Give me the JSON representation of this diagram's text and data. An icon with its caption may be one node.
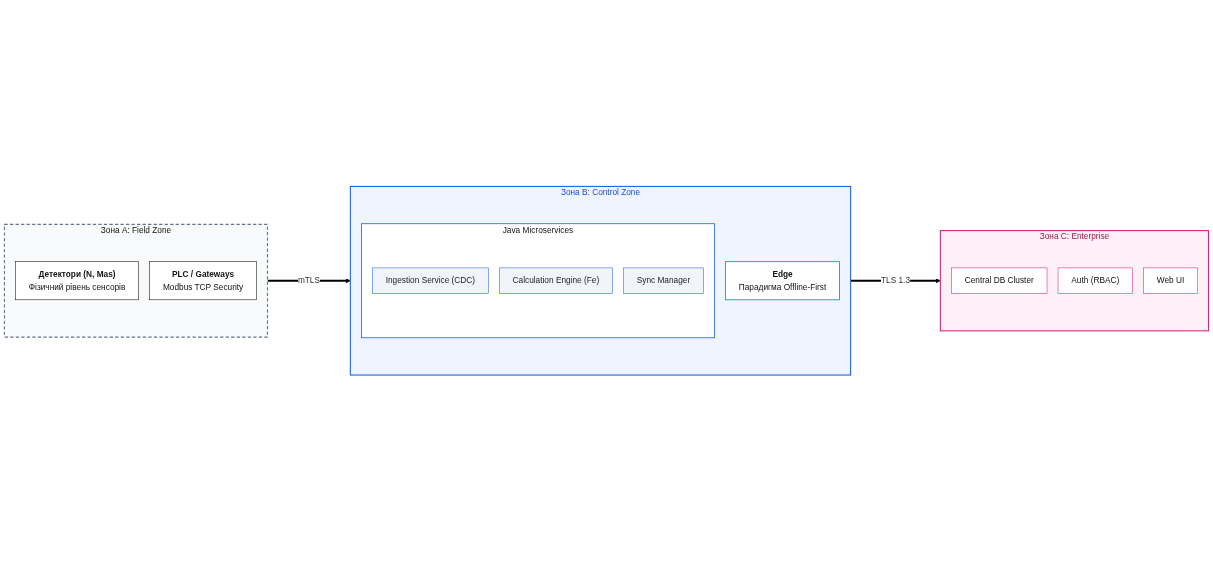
{
  "diagram": {
    "nodes": [
      {
        "text": [
          "Зона A: Field Zone"
        ]
      },
      {
        "text": [
          "Детектори (N, Mas)",
          "Фізичний рівень сенсорів"
        ],
        "in": 0
      },
      {
        "text": [
          "PLC / Gateways",
          "Modbus TCP Security"
        ],
        "in": 0
      },
      {
        "text": [
          "Зона B: Control Zone"
        ]
      },
      {
        "text": [
          "Java Microservices"
        ],
        "in": 3
      },
      {
        "text": [
          "Ingestion Service (CDC)"
        ],
        "in": 4
      },
      {
        "text": [
          "Calculation Engine (Fe)"
        ],
        "in": 4
      },
      {
        "text": [
          "Sync Manager"
        ],
        "in": 4
      },
      {
        "text": [
          "Edge",
          "Парадигма Offline-First"
        ],
        "in": 3
      },
      {
        "text": [
          "Зона C: Enterprise"
        ]
      },
      {
        "text": [
          "Central DB Cluster"
        ],
        "in": 9
      },
      {
        "text": [
          "Auth (RBAC)"
        ],
        "in": 9
      },
      {
        "text": [
          "Web UI"
        ],
        "in": 9
      }
    ],
    "edges": [
      {
        "from": 0,
        "to": 3,
        "arrow": "to",
        "label": "mTLS"
      },
      {
        "from": 3,
        "to": 9,
        "arrow": "to",
        "label": "TLS 1.3"
      }
    ]
  }
}
